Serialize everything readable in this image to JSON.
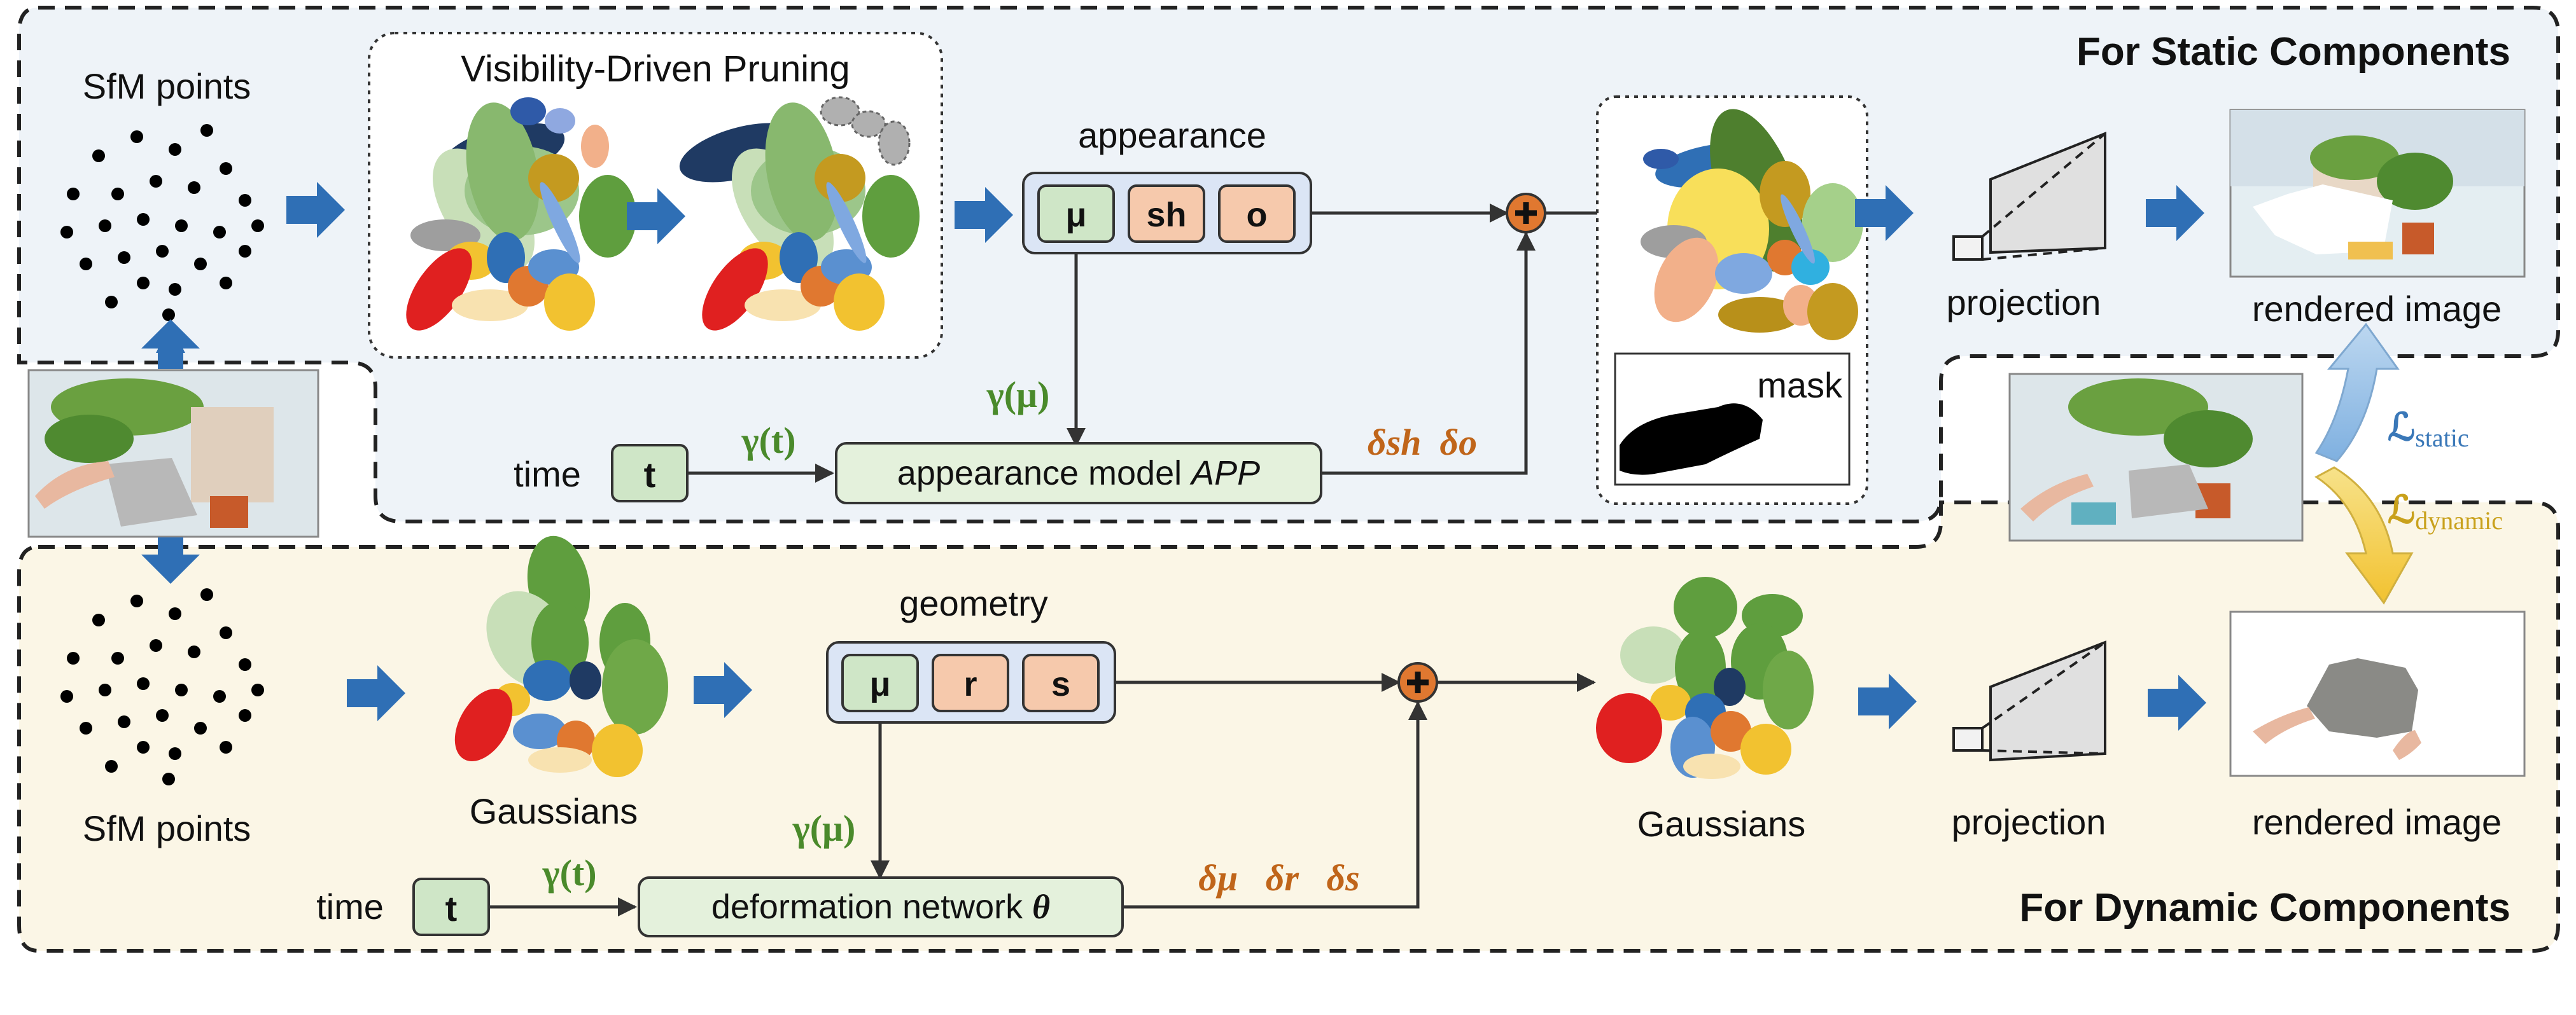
{
  "static_section": {
    "title": "For Static Components",
    "sfm_label": "SfM points",
    "pruning_label": "Visibility-Driven Pruning",
    "appearance_label": "appearance",
    "attrs": [
      "μ",
      "sh",
      "o"
    ],
    "gamma_mu": "γ(μ)",
    "time_label": "time",
    "t_label": "t",
    "gamma_t": "γ(t)",
    "model_label": "appearance model ",
    "model_italic": "APP",
    "deltas": "δsh  δo",
    "mask_label": "mask",
    "projection_label": "projection",
    "rendered_label": "rendered image"
  },
  "dynamic_section": {
    "title": "For Dynamic Components",
    "sfm_label": "SfM points",
    "gaussians_label": "Gaussians",
    "geometry_label": "geometry",
    "attrs": [
      "μ",
      "r",
      "s"
    ],
    "gamma_mu": "γ(μ)",
    "time_label": "time",
    "t_label": "t",
    "gamma_t": "γ(t)",
    "network_label": "deformation network ",
    "network_italic": "θ",
    "deltas": "δμ   δr   δs",
    "gaussians_out_label": "Gaussians",
    "projection_label": "projection",
    "rendered_label": "rendered image"
  },
  "losses": {
    "static_symbol": "ℒ",
    "static_sub": "static",
    "dynamic_symbol": "ℒ",
    "dynamic_sub": "dynamic"
  },
  "colors": {
    "static_bg": "#eef3f8",
    "dynamic_bg": "#fbf6e6",
    "arrow_blue": "#2f6fb5",
    "gamma_green": "#4a8a2b",
    "delta_orange": "#c0651a",
    "attr_green": "#cfe6c7",
    "attr_orange": "#f6c9ac",
    "model_fill": "#e4f1dc",
    "loss_static": "#3a78b8",
    "loss_dynamic": "#c9a11c"
  }
}
